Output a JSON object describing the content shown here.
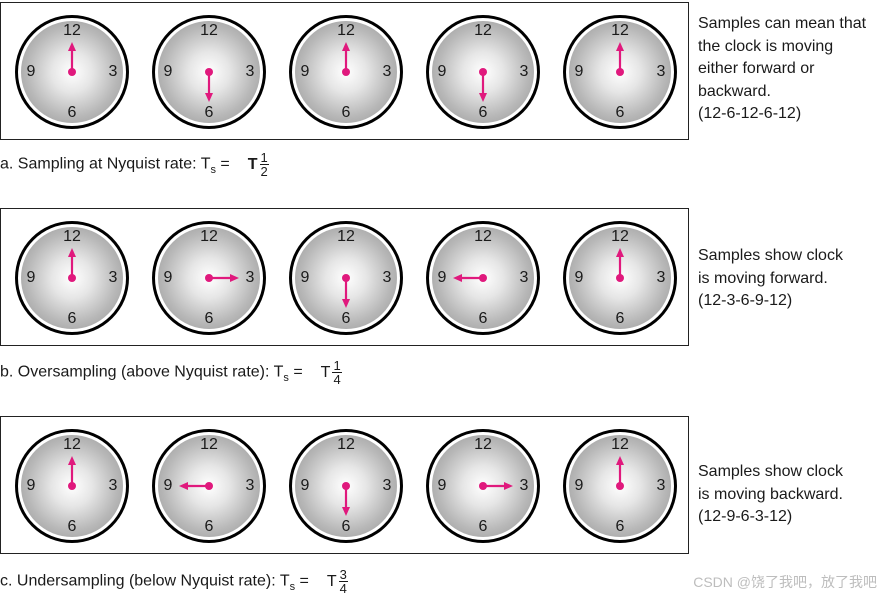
{
  "panels": [
    {
      "id": "a",
      "description_lines": [
        "Samples can mean that",
        "the clock is moving",
        "either forward or",
        "backward.",
        "(12-6-12-6-12)"
      ],
      "caption_prefix": "a. Sampling at Nyquist rate: T",
      "caption_sub": "s",
      "caption_eq": " =",
      "caption_T": "T",
      "frac_num": "1",
      "frac_den": "2",
      "clocks": [
        {
          "numerals": [
            "12",
            "3",
            "6",
            "9"
          ],
          "hand": "12"
        },
        {
          "numerals": [
            "12",
            "3",
            "6",
            "9"
          ],
          "hand": "6"
        },
        {
          "numerals": [
            "12",
            "3",
            "6",
            "9"
          ],
          "hand": "12"
        },
        {
          "numerals": [
            "12",
            "3",
            "6",
            "9"
          ],
          "hand": "6"
        },
        {
          "numerals": [
            "12",
            "3",
            "6",
            "9"
          ],
          "hand": "12"
        }
      ]
    },
    {
      "id": "b",
      "description_lines": [
        "Samples show clock",
        "is moving forward.",
        "(12-3-6-9-12)"
      ],
      "caption_prefix": "b. Oversampling (above Nyquist rate): T",
      "caption_sub": "s",
      "caption_eq": " =",
      "caption_T": "T",
      "frac_num": "1",
      "frac_den": "4",
      "clocks": [
        {
          "numerals": [
            "12",
            "3",
            "6",
            "9"
          ],
          "hand": "12"
        },
        {
          "numerals": [
            "12",
            "3",
            "6",
            "9"
          ],
          "hand": "3"
        },
        {
          "numerals": [
            "12",
            "3",
            "6",
            "9"
          ],
          "hand": "6"
        },
        {
          "numerals": [
            "12",
            "3",
            "6",
            "9"
          ],
          "hand": "9"
        },
        {
          "numerals": [
            "12",
            "3",
            "6",
            "9"
          ],
          "hand": "12"
        }
      ]
    },
    {
      "id": "c",
      "description_lines": [
        "Samples show clock",
        "is moving backward.",
        "(12-9-6-3-12)"
      ],
      "caption_prefix": "c. Undersampling (below Nyquist rate): T",
      "caption_sub": "s",
      "caption_eq": " =",
      "caption_T": "T",
      "frac_num": "3",
      "frac_den": "4",
      "clocks": [
        {
          "numerals": [
            "12",
            "3",
            "6",
            "9"
          ],
          "hand": "12"
        },
        {
          "numerals": [
            "12",
            "3",
            "6",
            "9"
          ],
          "hand": "9"
        },
        {
          "numerals": [
            "12",
            "3",
            "6",
            "9"
          ],
          "hand": "6"
        },
        {
          "numerals": [
            "12",
            "3",
            "6",
            "9"
          ],
          "hand": "3"
        },
        {
          "numerals": [
            "12",
            "3",
            "6",
            "9"
          ],
          "hand": "12"
        }
      ]
    }
  ],
  "hand_color": "#e0197d",
  "watermark": "CSDN @饶了我吧，放了我吧"
}
